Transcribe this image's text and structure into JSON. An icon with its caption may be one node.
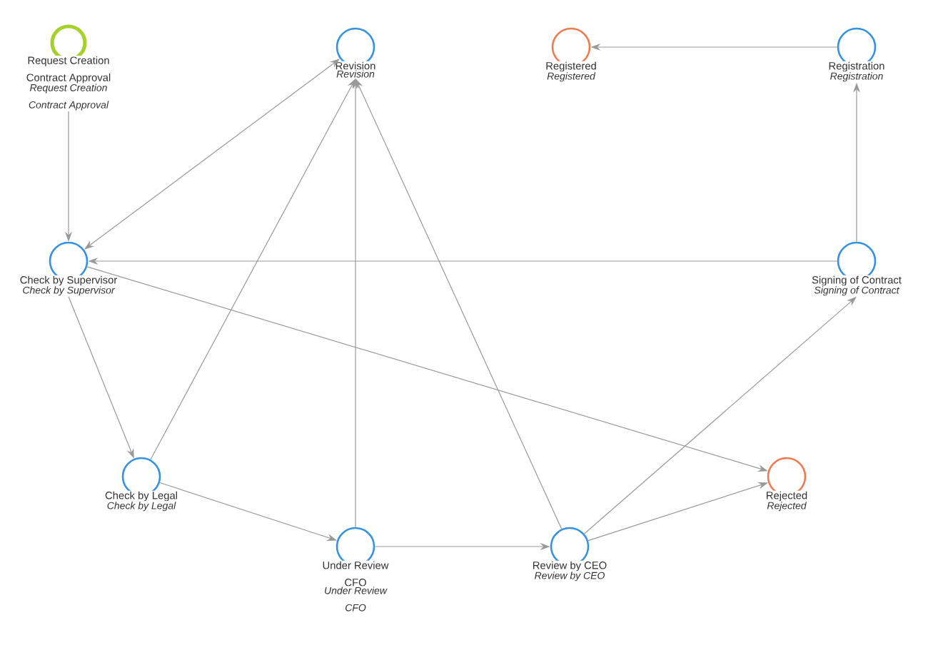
{
  "diagram": {
    "nodes": [
      {
        "text": [
          "Request Creation Contract Approval",
          "Request Creation Contract Approval"
        ]
      },
      {
        "text": [
          "Check by Supervisor",
          "Check by Supervisor"
        ]
      },
      {
        "text": [
          "Revision",
          "Revision"
        ]
      },
      {
        "text": [
          "Check by Legal",
          "Check by Legal"
        ]
      },
      {
        "text": [
          "Under Review CFO",
          "Under Review CFO"
        ]
      },
      {
        "text": [
          "Review by CEO",
          "Review by CEO"
        ]
      },
      {
        "text": [
          "Registered",
          "Registered"
        ]
      },
      {
        "text": [
          "Registration",
          "Registration"
        ]
      },
      {
        "text": [
          "Signing of Contract",
          "Signing of Contract"
        ]
      },
      {
        "text": [
          "Rejected",
          "Rejected"
        ]
      }
    ],
    "edges": [
      {
        "from": 0,
        "to": 1,
        "arrow": "to"
      },
      {
        "from": 2,
        "to": 1,
        "arrow": "both"
      },
      {
        "from": 3,
        "to": 2,
        "arrow": "to"
      },
      {
        "from": 4,
        "to": 2,
        "arrow": "to"
      },
      {
        "from": 5,
        "to": 2,
        "arrow": "to"
      },
      {
        "from": 1,
        "to": 3,
        "arrow": "to"
      },
      {
        "from": 3,
        "to": 4,
        "arrow": "to"
      },
      {
        "from": 4,
        "to": 5,
        "arrow": "to"
      },
      {
        "from": 5,
        "to": 9,
        "arrow": "to"
      },
      {
        "from": 1,
        "to": 9,
        "arrow": "to"
      },
      {
        "from": 5,
        "to": 8,
        "arrow": "to"
      },
      {
        "from": 8,
        "to": 1,
        "arrow": "to"
      },
      {
        "from": 8,
        "to": 7,
        "arrow": "to"
      },
      {
        "from": 7,
        "to": 6,
        "arrow": "to"
      }
    ]
  }
}
